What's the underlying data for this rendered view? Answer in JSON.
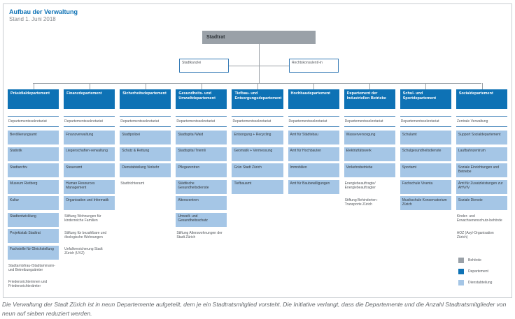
{
  "header": {
    "title": "Aufbau der Verwaltung",
    "date": "Stand 1. Juni 2018"
  },
  "top": {
    "stadtrat": "Stadtrat",
    "left_box": "Stadtkanzlei",
    "right_box": "Rechtskonsulent/-in"
  },
  "departments": [
    {
      "name": "Präsidialdepartement",
      "secretariat": "Departementssekretariat",
      "units": [
        {
          "type": "box",
          "label": "Bevölkerungsamt"
        },
        {
          "type": "box",
          "label": "Statistik"
        },
        {
          "type": "box",
          "label": "Stadtarchiv"
        },
        {
          "type": "box",
          "label": "Museum Rietberg"
        },
        {
          "type": "box",
          "label": "Kultur"
        },
        {
          "type": "box",
          "label": "Stadtentwicklung"
        },
        {
          "type": "box",
          "label": "Projektstab Stadtrat"
        },
        {
          "type": "box",
          "label": "Fachstelle für Gleichstellung"
        },
        {
          "type": "text",
          "label": "Stadtamtsfrau-/Stadtammann- und Betreibungsämter"
        },
        {
          "type": "text",
          "label": "Friedensrichterinnen und Friedensrichterämter"
        }
      ]
    },
    {
      "name": "Finanzdepartement",
      "secretariat": "Departementssekretariat",
      "units": [
        {
          "type": "box",
          "label": "Finanzverwaltung"
        },
        {
          "type": "box",
          "label": "Liegenschaften-verwaltung"
        },
        {
          "type": "box",
          "label": "Steueramt"
        },
        {
          "type": "box",
          "label": "Human Resources Management"
        },
        {
          "type": "box",
          "label": "Organisation und Informatik"
        },
        {
          "type": "text",
          "label": "Stiftung Wohnungen für kinderreiche Familien"
        },
        {
          "type": "text",
          "label": "Stiftung für bezahlbare und ökologische Wohnungen"
        },
        {
          "type": "text",
          "label": "Unfallversicherung Stadt Zürich (UVZ)"
        }
      ]
    },
    {
      "name": "Sicherheitsdepartement",
      "secretariat": "Departementssekretariat",
      "units": [
        {
          "type": "box",
          "label": "Stadtpolizei"
        },
        {
          "type": "box",
          "label": "Schutz & Rettung"
        },
        {
          "type": "box",
          "label": "Dienstabteilung Verkehr"
        },
        {
          "type": "text",
          "label": "Stadtrichteramt"
        }
      ]
    },
    {
      "name": "Gesundheits- und Umweltdepartement",
      "secretariat": "Departementssekretariat",
      "units": [
        {
          "type": "box",
          "label": "Stadtspital Waid"
        },
        {
          "type": "box",
          "label": "Stadtspital Triemli"
        },
        {
          "type": "box",
          "label": "Pflegezentren"
        },
        {
          "type": "box",
          "label": "Städtische Gesundheitsdienste"
        },
        {
          "type": "box",
          "label": "Alterszentren"
        },
        {
          "type": "box",
          "label": "Umwelt- und Gesundheitsschutz"
        },
        {
          "type": "text",
          "label": "Stiftung Alterswohnungen der Stadt Zürich"
        }
      ]
    },
    {
      "name": "Tiefbau- und Entsorgungsdepartement",
      "secretariat": "Departementssekretariat",
      "units": [
        {
          "type": "box",
          "label": "Entsorgung + Recycling"
        },
        {
          "type": "box",
          "label": "Geomatik + Vermessung"
        },
        {
          "type": "box",
          "label": "Grün Stadt Zürich"
        },
        {
          "type": "box",
          "label": "Tiefbauamt"
        }
      ]
    },
    {
      "name": "Hochbaudepartement",
      "secretariat": "Departementssekretariat",
      "units": [
        {
          "type": "box",
          "label": "Amt für Städtebau"
        },
        {
          "type": "box",
          "label": "Amt für Hochbauten"
        },
        {
          "type": "box",
          "label": "Immobilien"
        },
        {
          "type": "box",
          "label": "Amt für Baubewilligungen"
        }
      ]
    },
    {
      "name": "Departement der Industriellen Betriebe",
      "secretariat": "Departementssekretariat",
      "units": [
        {
          "type": "box",
          "label": "Wasserversorgung"
        },
        {
          "type": "box",
          "label": "Elektrizitätswerk"
        },
        {
          "type": "box",
          "label": "Verkehrsbetriebe"
        },
        {
          "type": "text",
          "label": "Energiebeauftragte/ Energiebeauftragter"
        },
        {
          "type": "text",
          "label": "Stiftung Behinderten-Transporte Zürich"
        }
      ]
    },
    {
      "name": "Schul- und Sportdepartement",
      "secretariat": "Departementssekretariat",
      "units": [
        {
          "type": "box",
          "label": "Schulamt"
        },
        {
          "type": "box",
          "label": "Schulgesundheitsdienste"
        },
        {
          "type": "box",
          "label": "Sportamt"
        },
        {
          "type": "box",
          "label": "Fachschule Viventa"
        },
        {
          "type": "box",
          "label": "Musikschule Konservatorium Zürich"
        }
      ]
    },
    {
      "name": "Sozialdepartement",
      "secretariat": "Zentrale Verwaltung",
      "units": [
        {
          "type": "box",
          "label": "Support Sozialdepartement"
        },
        {
          "type": "box",
          "label": "Laufbahnzentrum"
        },
        {
          "type": "box",
          "label": "Soziale Einrichtungen und Betriebe"
        },
        {
          "type": "box",
          "label": "Amt für Zusatzleistungen zur AHV/IV"
        },
        {
          "type": "box",
          "label": "Soziale Dienste"
        },
        {
          "type": "text",
          "label": "Kinder- und Erwachsenenschutz-behörde"
        },
        {
          "type": "text",
          "label": "AOZ (Asyl-Organisation Zürich)"
        }
      ]
    }
  ],
  "legend": {
    "items": [
      {
        "label": "Behörde",
        "color": "#9aa1a8"
      },
      {
        "label": "Departement",
        "color": "#0e72b5"
      },
      {
        "label": "Dienstabteilung",
        "color": "#a5c6e6"
      }
    ]
  },
  "colors": {
    "department_blue": "#0e72b5",
    "dienstabteilung_blue": "#a5c6e6",
    "behoerde_gray": "#9aa1a8"
  },
  "caption": "Die Verwaltung der Stadt Zürich ist in neun Departemente aufgeteilt, dem je ein Stadtratsmitglied vorsteht. Die Initiative verlangt, dass die Departemente und die Anzahl Stadtratsmitglieder von neun auf sieben reduziert werden."
}
